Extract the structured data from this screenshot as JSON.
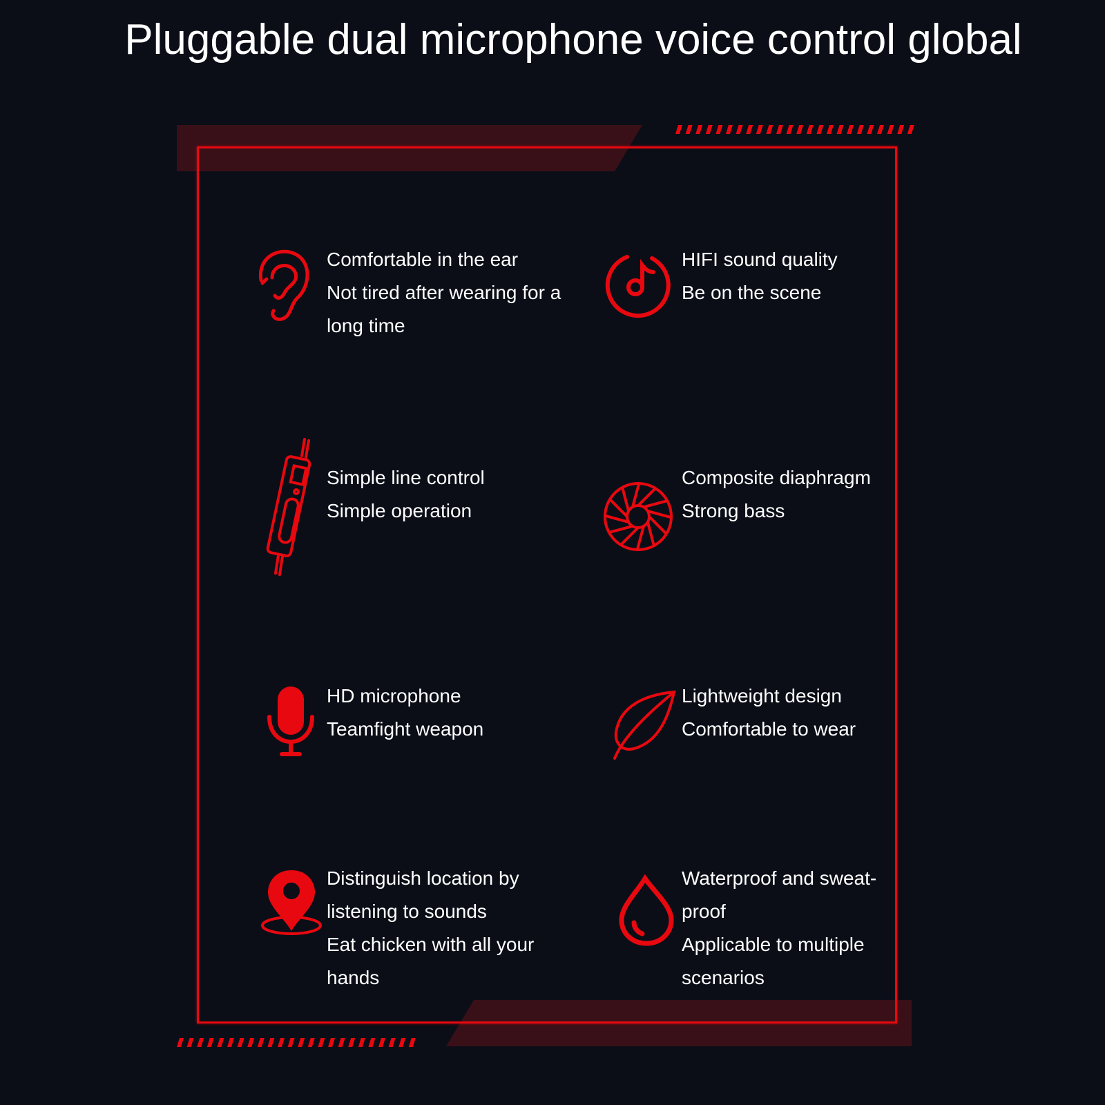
{
  "title": "Pluggable dual microphone voice control global",
  "colors": {
    "accent": "#e8080f",
    "background": "#0b0e17",
    "band": "#3a1018"
  },
  "features": [
    {
      "icon": "ear-icon",
      "lines": [
        "Comfortable in the ear",
        "Not tired after wearing for a",
        "long time"
      ]
    },
    {
      "icon": "music-note-icon",
      "lines": [
        "HIFI sound quality",
        "Be on the scene"
      ]
    },
    {
      "icon": "inline-remote-icon",
      "lines": [
        "Simple line control",
        "Simple operation"
      ]
    },
    {
      "icon": "diaphragm-icon",
      "lines": [
        "Composite diaphragm",
        "Strong bass"
      ]
    },
    {
      "icon": "microphone-icon",
      "lines": [
        "HD microphone",
        "Teamfight weapon"
      ]
    },
    {
      "icon": "leaf-icon",
      "lines": [
        "Lightweight design",
        "Comfortable to wear"
      ]
    },
    {
      "icon": "location-pin-icon",
      "lines": [
        "Distinguish location by",
        "listening to sounds",
        "Eat chicken with all your",
        "hands"
      ]
    },
    {
      "icon": "water-drop-icon",
      "lines": [
        "Waterproof and sweat-",
        "proof",
        "Applicable to multiple",
        "scenarios"
      ]
    }
  ]
}
